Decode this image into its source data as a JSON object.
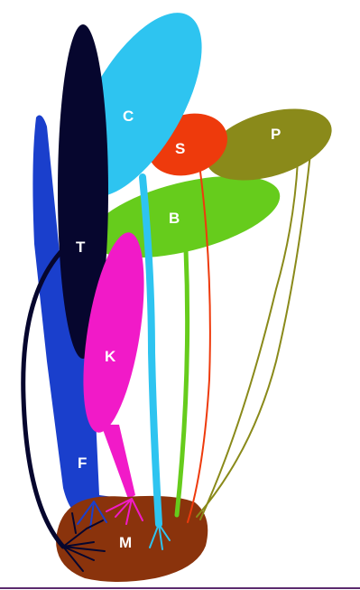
{
  "regions": [
    {
      "id": "F",
      "label": "F",
      "color": "#1a3fcc",
      "label_color": "#ffffff"
    },
    {
      "id": "T",
      "label": "T",
      "color": "#06062e",
      "label_color": "#ffffff"
    },
    {
      "id": "C",
      "label": "C",
      "color": "#2ec4f0",
      "label_color": "#ffffff"
    },
    {
      "id": "S",
      "label": "S",
      "color": "#ee3a0c",
      "label_color": "#ffffff"
    },
    {
      "id": "P",
      "label": "P",
      "color": "#8a8a1a",
      "label_color": "#ffffff"
    },
    {
      "id": "B",
      "label": "B",
      "color": "#66cc1c",
      "label_color": "#ffffff"
    },
    {
      "id": "K",
      "label": "K",
      "color": "#f11ac8",
      "label_color": "#ffffff"
    },
    {
      "id": "M",
      "label": "M",
      "color": "#8a330c",
      "label_color": "#ffffff"
    }
  ],
  "colors": {
    "baseline": "#5b2a6e",
    "background": "#ffffff"
  }
}
